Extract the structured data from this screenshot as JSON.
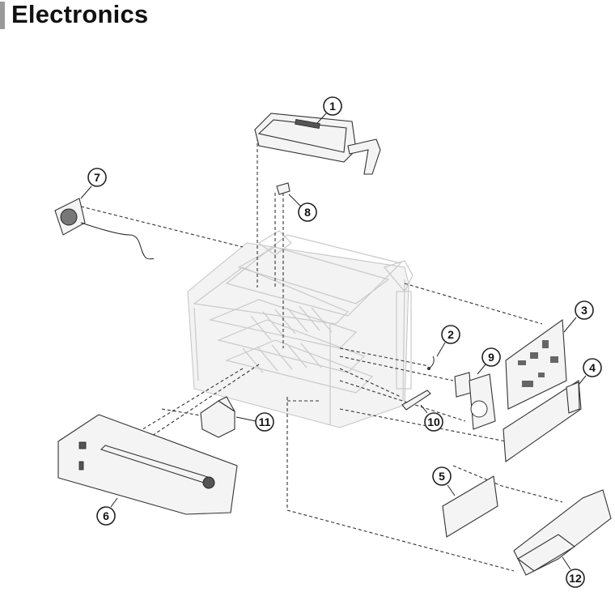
{
  "page": {
    "title": "Electronics"
  },
  "callouts": [
    "1",
    "2",
    "3",
    "4",
    "5",
    "6",
    "7",
    "8",
    "9",
    "10",
    "11",
    "12"
  ]
}
